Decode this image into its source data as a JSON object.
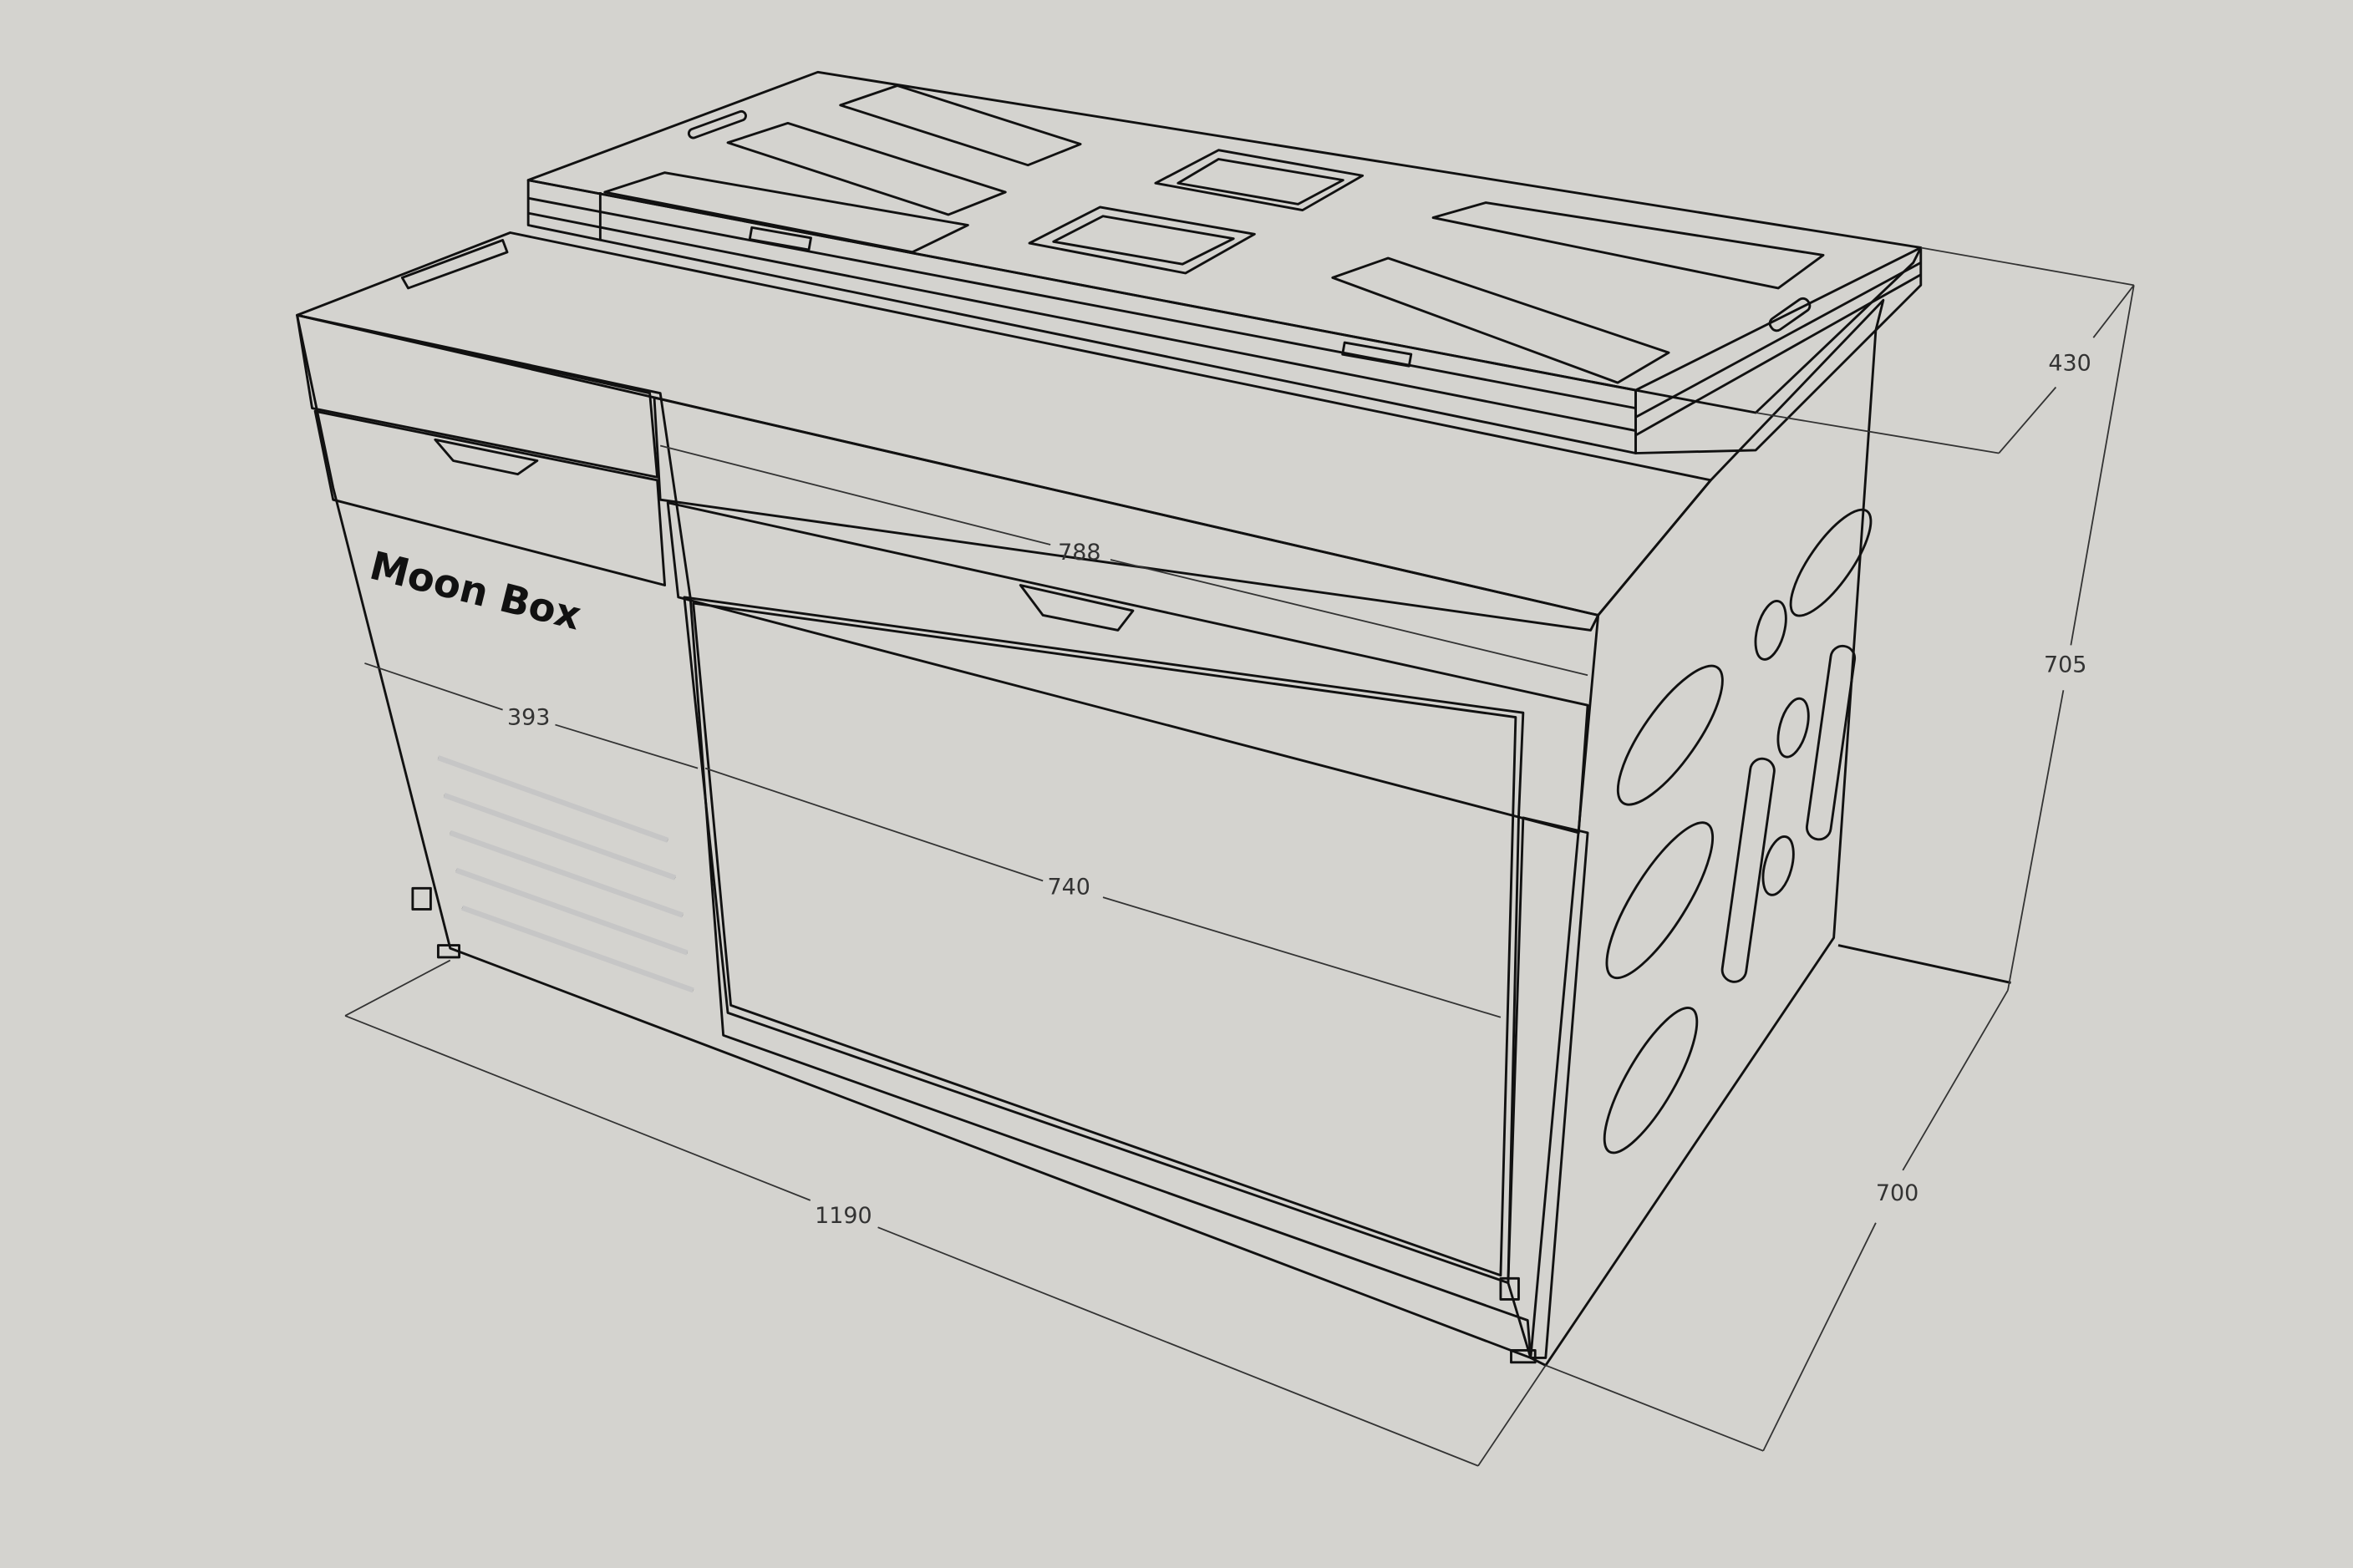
{
  "model": {
    "logo_text": "Moon Box",
    "background_color": "#d4d3cf",
    "face_colors": {
      "light": "#ffffff",
      "mid": "#c6c6c6",
      "dark": "#a9a9a9"
    }
  },
  "dimensions": {
    "overall_length": "1190",
    "depth": "700",
    "height": "705",
    "top_height": "430",
    "left_section_width": "393",
    "front_door_width": "740",
    "right_lid_width": "788"
  }
}
